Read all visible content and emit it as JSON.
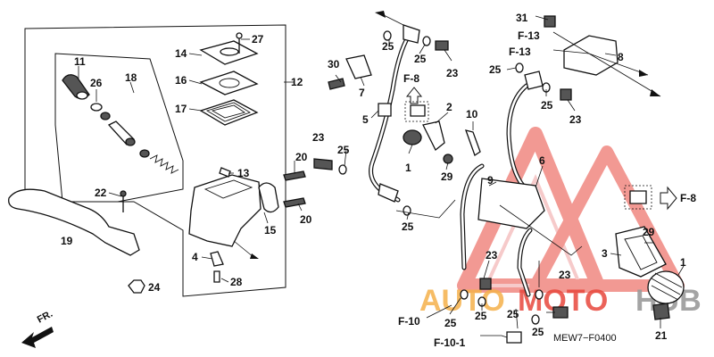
{
  "diagram_code": "MEW7−F0400",
  "front_indicator": "FR.",
  "callouts": {
    "c1a": "1",
    "c1b": "1",
    "c2": "2",
    "c3": "3",
    "c4": "4",
    "c5": "5",
    "c6": "6",
    "c7": "7",
    "c8": "8",
    "c9": "9",
    "c10": "10",
    "c11": "11",
    "c12": "12",
    "c13": "13",
    "c14": "14",
    "c15": "15",
    "c16": "16",
    "c17": "17",
    "c18": "18",
    "c19": "19",
    "c20a": "20",
    "c20b": "20",
    "c21": "21",
    "c22": "22",
    "c23a": "23",
    "c23b": "23",
    "c23c": "23",
    "c23d": "23",
    "c23e": "23",
    "c24": "24",
    "c25a": "25",
    "c25b": "25",
    "c25c": "25",
    "c25d": "25",
    "c25e": "25",
    "c25f": "25",
    "c25g": "25",
    "c25h": "25",
    "c25i": "25",
    "c25j": "25",
    "c26": "26",
    "c27": "27",
    "c28": "28",
    "c29a": "29",
    "c29b": "29",
    "c30": "30",
    "c31": "31"
  },
  "references": {
    "f13a": "F-13",
    "f13b": "F-13",
    "f8a": "F-8",
    "f8b": "F-8",
    "f10": "F-10",
    "f101": "F-10-1"
  },
  "watermark": {
    "text_a": "AUTO",
    "text_b": "MOTO",
    "text_c": "HUB",
    "color_main": "#e8463c",
    "color_hub": "#aaaaaa",
    "color_fill": "#f5b04a"
  }
}
